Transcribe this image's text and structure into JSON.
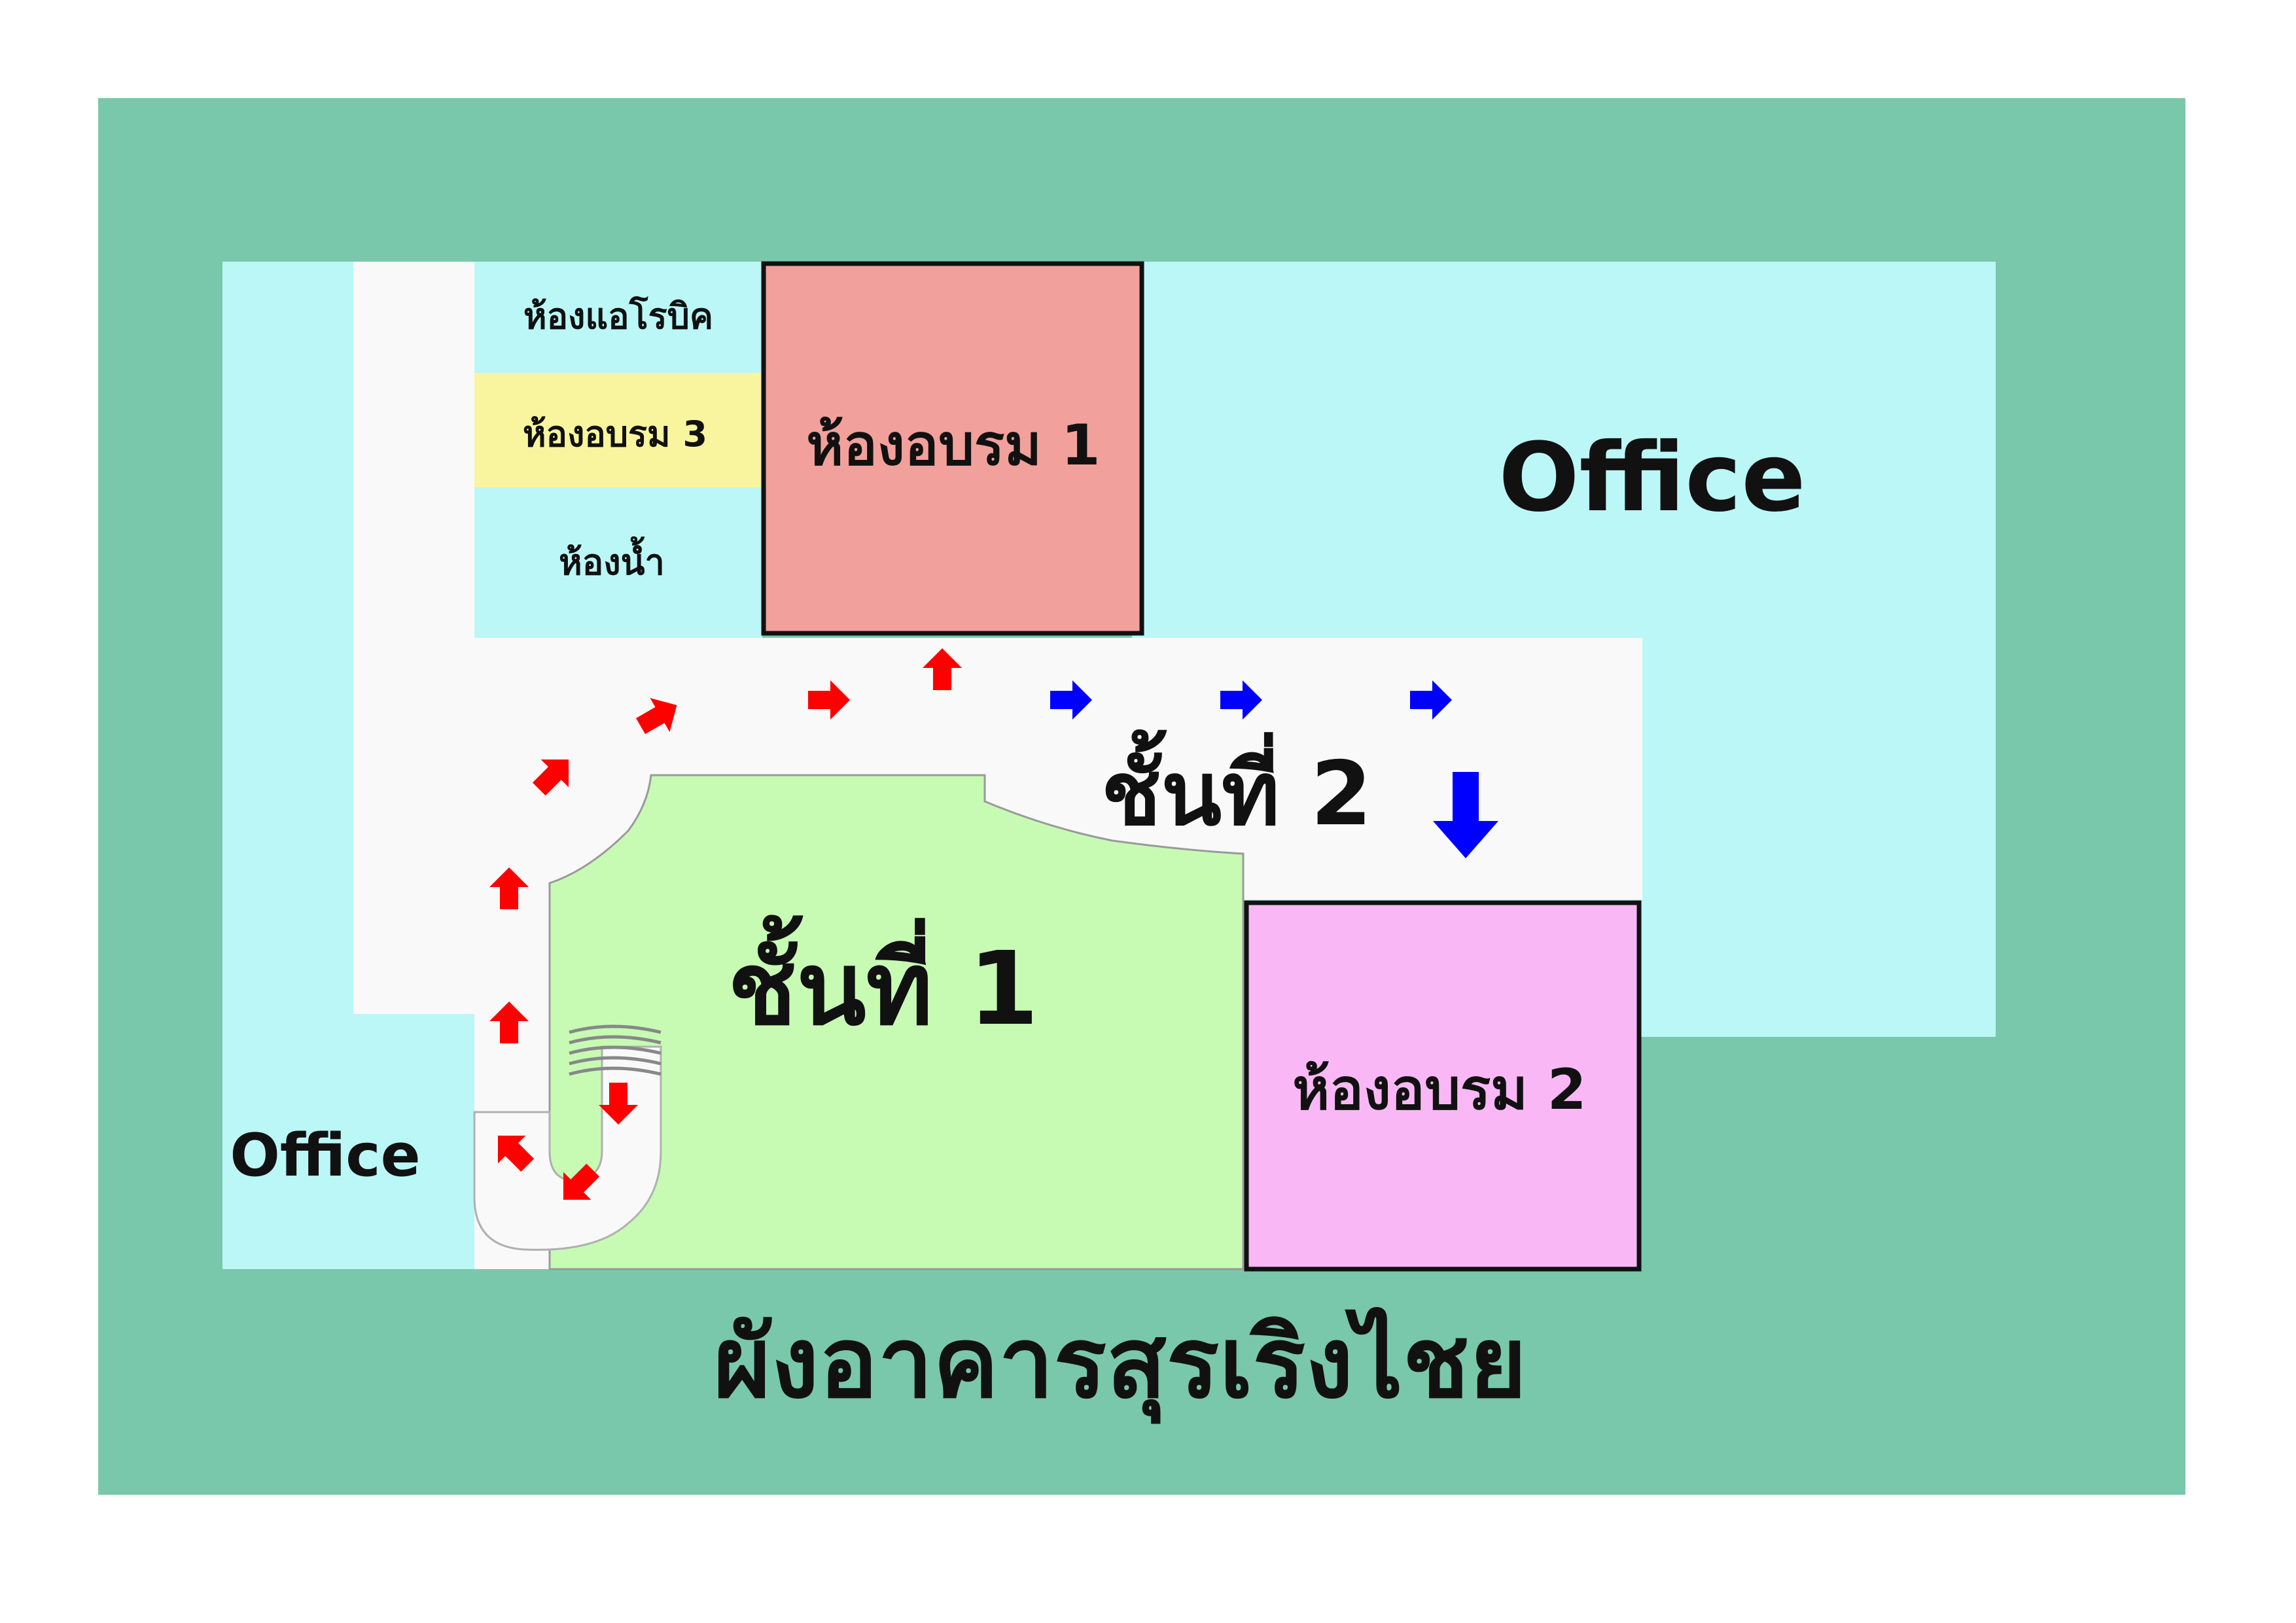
{
  "title": "ผังอาคารสุรเริงไชย",
  "rooms": {
    "aerobic": "ห้องแอโรบิค",
    "training3": "ห้องอบรม 3",
    "restroom": "ห้องน้ำ",
    "training1": "ห้องอบรม 1",
    "training2": "ห้องอบรม 2",
    "office_large": "Office",
    "office_small": "Office"
  },
  "floors": {
    "floor1": "ชั้นที่ 1",
    "floor2": "ชั้นที่ 2"
  },
  "colors": {
    "frame": "#79c8ab",
    "office_zone": "#bbf7f7",
    "corridor": "#f9f9f9",
    "training3": "#f8f59e",
    "training1": "#f2a09b",
    "training2": "#f9b8f5",
    "floor1": "#c7fbb4",
    "route_floor1": "#ff0000",
    "route_floor2": "#0000ff"
  },
  "icons": {
    "route_floor1": "red-arrow-icon",
    "route_floor2": "blue-arrow-icon",
    "stairs": "stairs-icon"
  }
}
